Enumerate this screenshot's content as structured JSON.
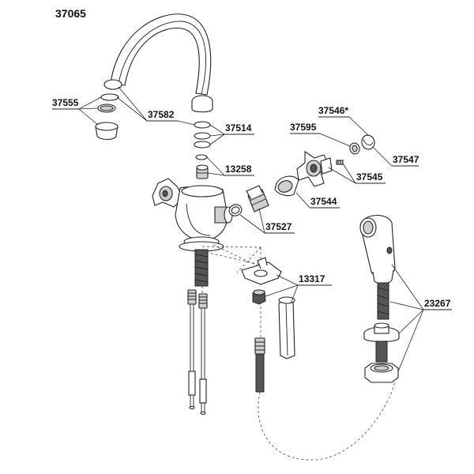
{
  "diagram": {
    "title": "37065",
    "callouts": [
      {
        "id": "c-37555",
        "text": "37555"
      },
      {
        "id": "c-37582",
        "text": "37582"
      },
      {
        "id": "c-37514",
        "text": "37514"
      },
      {
        "id": "c-13258",
        "text": "13258"
      },
      {
        "id": "c-37546",
        "text": "37546*"
      },
      {
        "id": "c-37595",
        "text": "37595"
      },
      {
        "id": "c-37547",
        "text": "37547"
      },
      {
        "id": "c-37545",
        "text": "37545"
      },
      {
        "id": "c-37544",
        "text": "37544"
      },
      {
        "id": "c-37527",
        "text": "37527"
      },
      {
        "id": "c-13317",
        "text": "13317"
      },
      {
        "id": "c-23267",
        "text": "23267"
      }
    ]
  }
}
